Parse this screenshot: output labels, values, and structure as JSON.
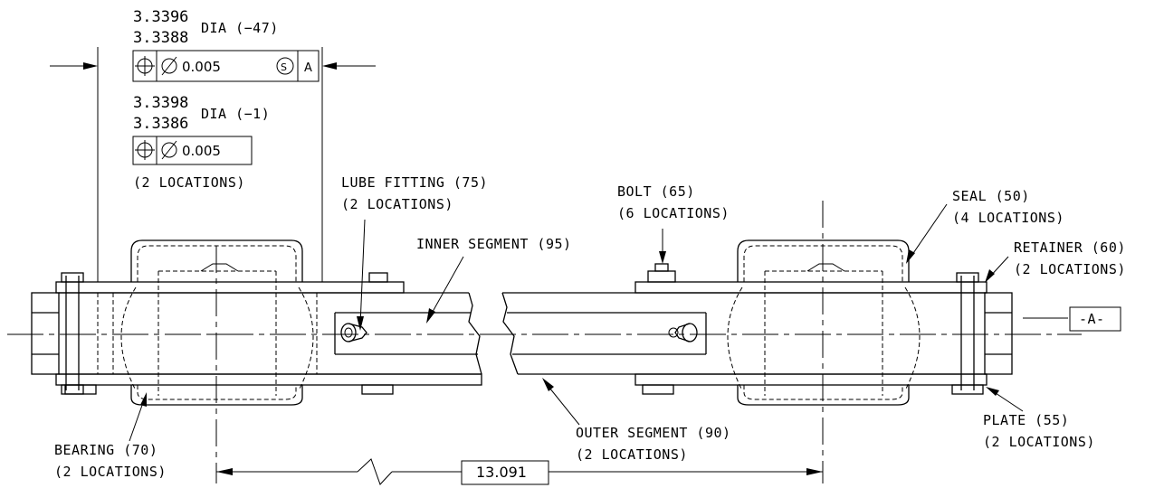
{
  "tolerances": {
    "dia_47": {
      "upper": "3.3396",
      "lower": "3.3388",
      "suffix": "DIA (−47)"
    },
    "dia_1": {
      "upper": "3.3398",
      "lower": "3.3386",
      "suffix": "DIA (−1)"
    }
  },
  "feature_control_frames": {
    "fcf_top": {
      "value": "0.005",
      "modifier": "S",
      "datum": "A"
    },
    "fcf_bottom": {
      "value": "0.005"
    }
  },
  "datum_label": "-A-",
  "labels": {
    "two_locations_left": "(2 LOCATIONS)",
    "lube_fitting": "LUBE FITTING (75)",
    "lube_fitting_locations": "(2 LOCATIONS)",
    "inner_segment": "INNER SEGMENT (95)",
    "bolt": "BOLT (65)",
    "bolt_locations": "(6 LOCATIONS)",
    "seal": "SEAL (50)",
    "seal_locations": "(4 LOCATIONS)",
    "retainer": "RETAINER (60)",
    "retainer_locations": "(2 LOCATIONS)",
    "outer_segment": "OUTER SEGMENT (90)",
    "outer_segment_locations": "(2 LOCATIONS)",
    "plate": "PLATE (55)",
    "plate_locations": "(2 LOCATIONS)",
    "bearing": "BEARING (70)",
    "bearing_locations": "(2 LOCATIONS)"
  },
  "dimension": "13.091"
}
